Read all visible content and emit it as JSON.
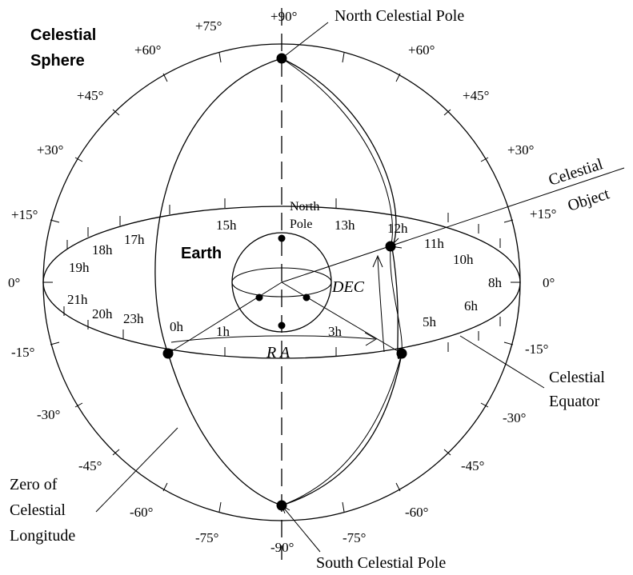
{
  "title": "Celestial Sphere",
  "title_lines": [
    "Celestial",
    "Sphere"
  ],
  "labels": {
    "north_celestial_pole": "North Celestial Pole",
    "south_celestial_pole": "South Celestial Pole",
    "celestial_object_line1": "Celestial",
    "celestial_object_line2": "Object",
    "earth": "Earth",
    "north_pole_line1": "North",
    "north_pole_line2": "Pole",
    "dec": "DEC",
    "ra": "R A",
    "celestial_equator_line1": "Celestial",
    "celestial_equator_line2": "Equator",
    "zero_longitude_line1": "Zero of",
    "zero_longitude_line2": "Celestial",
    "zero_longitude_line3": "Longitude"
  },
  "declination_labels": {
    "plus90": "+90°",
    "left_plus75": "+75°",
    "left_plus60": "+60°",
    "left_plus45": "+45°",
    "left_plus30": "+30°",
    "left_plus15": "+15°",
    "left_zero": "0°",
    "left_minus15": "-15°",
    "left_minus30": "-30°",
    "left_minus45": "-45°",
    "left_minus60": "-60°",
    "left_minus75": "-75°",
    "minus90": "-90°",
    "right_plus60": "+60°",
    "right_plus45": "+45°",
    "right_plus30": "+30°",
    "right_plus15": "+15°",
    "right_zero": "0°",
    "right_minus15": "-15°",
    "right_minus30": "-30°",
    "right_minus45": "-45°",
    "right_minus60": "-60°",
    "right_minus75": "-75°"
  },
  "hour_labels": {
    "h0": "0h",
    "h1": "1h",
    "h3": "3h",
    "h5": "5h",
    "h6": "6h",
    "h8": "8h",
    "h10": "10h",
    "h11": "11h",
    "h12": "12h",
    "h13": "13h",
    "h15": "15h",
    "h17": "17h",
    "h18": "18h",
    "h19": "19h",
    "h20": "20h",
    "h21": "21h",
    "h23": "23h"
  }
}
